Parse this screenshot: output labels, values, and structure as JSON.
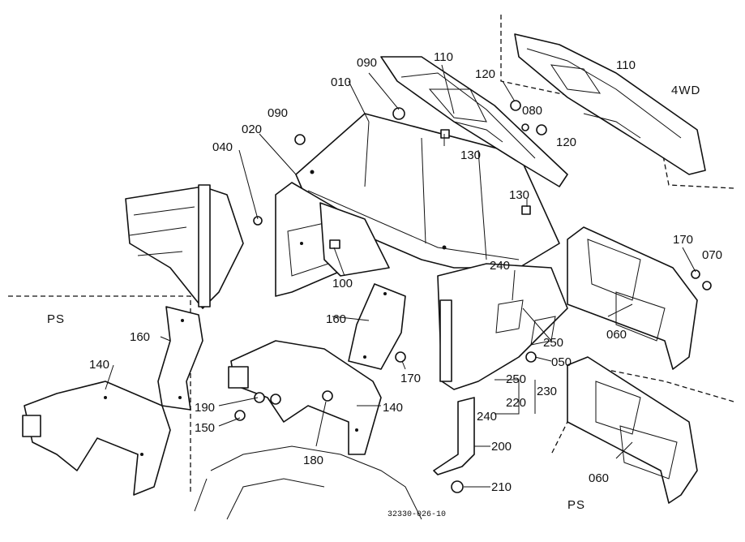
{
  "diagram": {
    "region_labels": [
      "4WD",
      "PS",
      "PS"
    ],
    "part_numbers": [
      "010",
      "020",
      "040",
      "050",
      "060",
      "060",
      "070",
      "080",
      "090",
      "090",
      "100",
      "110",
      "110",
      "120",
      "120",
      "130",
      "130",
      "140",
      "140",
      "150",
      "160",
      "160",
      "170",
      "170",
      "180",
      "190",
      "200",
      "210",
      "220",
      "230",
      "240",
      "240",
      "250",
      "250"
    ],
    "drawing_code": "32330-026-10"
  }
}
